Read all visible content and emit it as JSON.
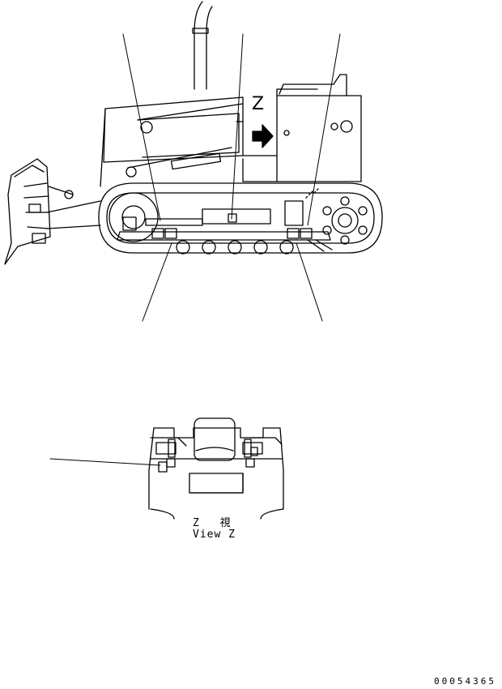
{
  "drawing": {
    "z_label": "Z",
    "view_label_jp": "Z 視",
    "view_label_en": "View Z",
    "drawing_number": "00054365"
  },
  "colors": {
    "line": "#000000",
    "background": "#ffffff"
  }
}
